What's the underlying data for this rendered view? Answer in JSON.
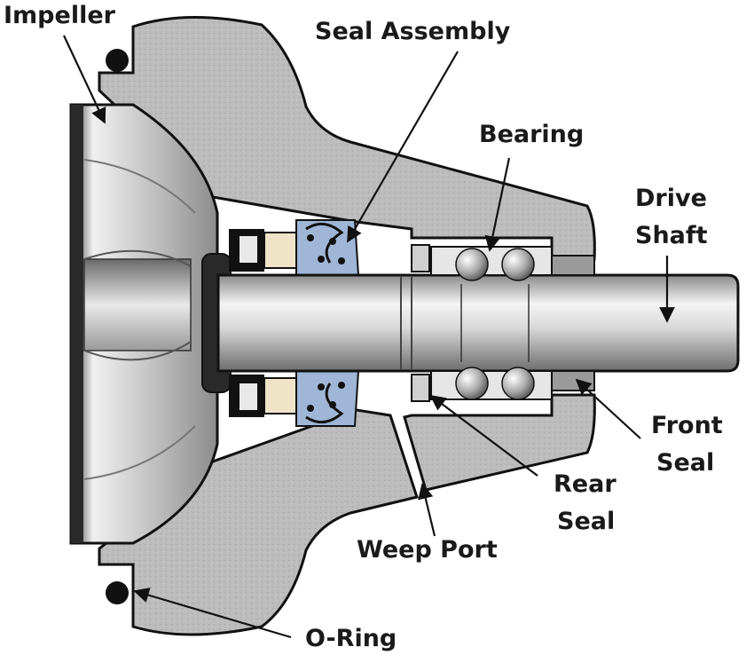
{
  "labels": {
    "impeller": "Impeller",
    "seal_assembly": "Seal Assembly",
    "bearing": "Bearing",
    "drive_shaft_line1": "Drive",
    "drive_shaft_line2": "Shaft",
    "front_seal_line1": "Front",
    "front_seal_line2": "Seal",
    "rear_seal_line1": "Rear",
    "rear_seal_line2": "Seal",
    "weep_port": "Weep Port",
    "o_ring": "O-Ring"
  },
  "colors": {
    "housing": "#bdbdbd",
    "outline": "#111111",
    "seal_blue": "#9fb6d6",
    "seal_tan": "#efe4c8",
    "shaft_light": "#f2f2f2",
    "shaft_dark": "#7a7a7a"
  }
}
